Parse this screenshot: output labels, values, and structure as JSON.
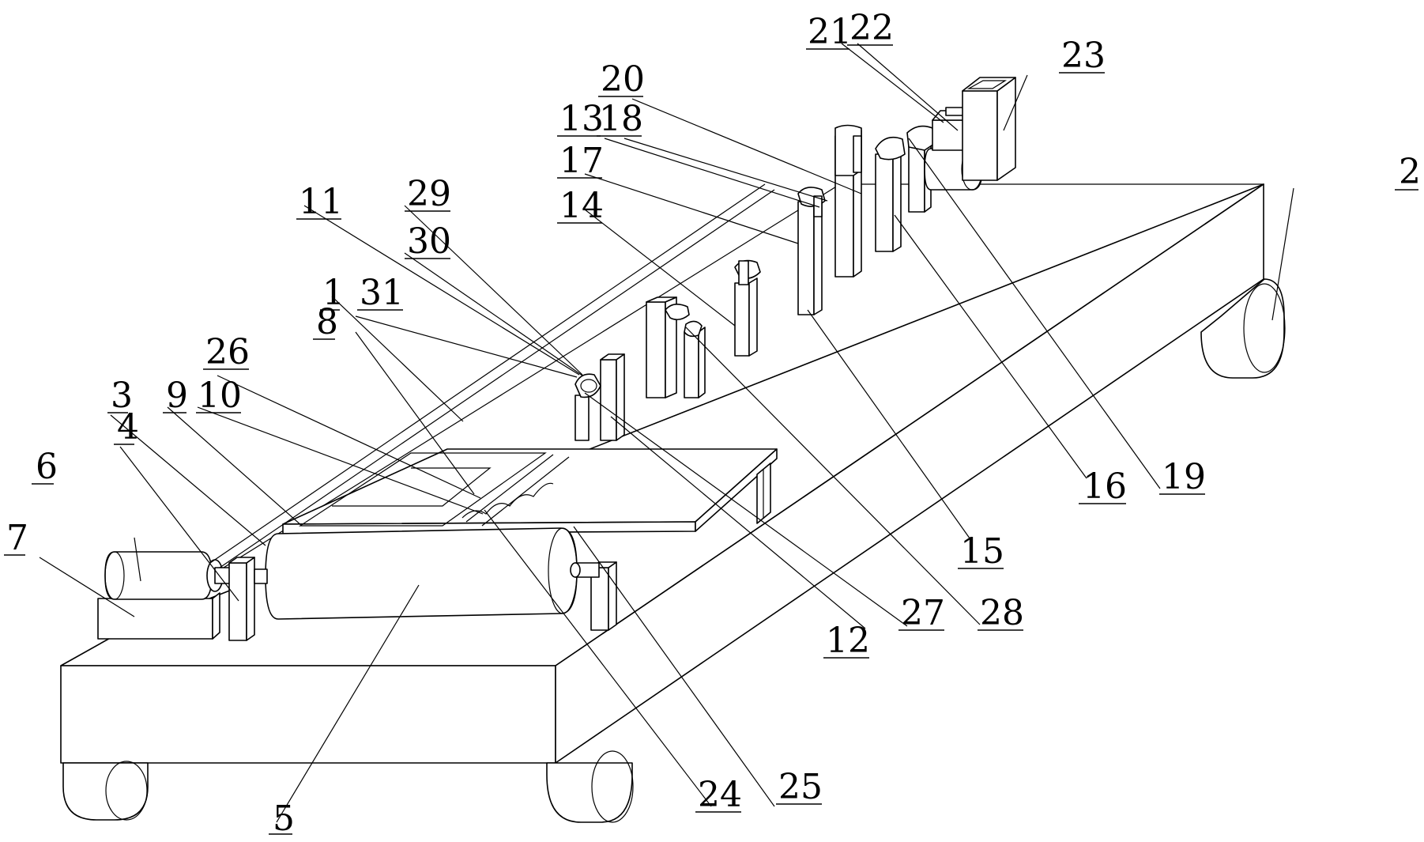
{
  "labels": {
    "l1": "1",
    "l2": "2",
    "l3": "3",
    "l4": "4",
    "l5": "5",
    "l6": "6",
    "l7": "7",
    "l8": "8",
    "l9": "9",
    "l10": "10",
    "l11": "11",
    "l12": "12",
    "l13": "13",
    "l14": "14",
    "l15": "15",
    "l16": "16",
    "l17": "17",
    "l18": "18",
    "l19": "19",
    "l20": "20",
    "l21": "21",
    "l22": "22",
    "l23": "23",
    "l24": "24",
    "l25": "25",
    "l26": "26",
    "l27": "27",
    "l28": "28",
    "l29": "29",
    "l30": "30",
    "l31": "31"
  },
  "colors": {
    "line": "#000000",
    "background": "#ffffff"
  }
}
